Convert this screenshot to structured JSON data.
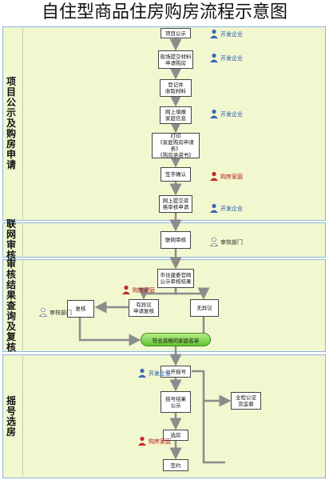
{
  "title": "自住型商品住房购房流程示意图",
  "sections": {
    "s1": "项目公示及购房申请",
    "s2": "联网审核",
    "s3": "审核结果查询及复核",
    "s4": "摇号选房"
  },
  "nodes": {
    "n1": "项目公示",
    "n2": "现场提交材料\n申请购房",
    "n3": "登记并\n收取材料",
    "n4": "网上填报\n家庭信息",
    "n5": "打印\n《家庭购房申请表》\n《购房承诺书》",
    "n6": "签字确认",
    "n7": "网上提交资\n格审核申请",
    "n8": "联网审核",
    "n9": "市住建委官网\n公示审核结果",
    "n10": "有异议\n申请复核",
    "n11": "无异议",
    "n12": "复核",
    "n13": "符合资格的家庭名单",
    "n14": "公开摇号",
    "n15": "摇号结果\n公示",
    "n16": "全程公证\n及监督",
    "n17": "选房",
    "n18": "签约"
  },
  "actors": {
    "a1": "开发企业",
    "a2": "开发企业",
    "a3": "开发企业",
    "a4": "购房家庭",
    "a5": "开发企业",
    "a6": "审核部门",
    "a7": "购房家庭",
    "a8": "审核部门",
    "a9": "开发企业",
    "a10": "购房家庭"
  },
  "colors": {
    "section_bg": "#f1f7cf",
    "section_border": "#8ab4e0",
    "arrow": "#8c8c8c",
    "developer_text": "#1f4fa3",
    "household_text": "#b41818",
    "pill_green": "#63c232"
  },
  "icons": {
    "developer": "person-blue-icon",
    "household": "person-red-icon",
    "auditor": "person-outline-icon"
  }
}
